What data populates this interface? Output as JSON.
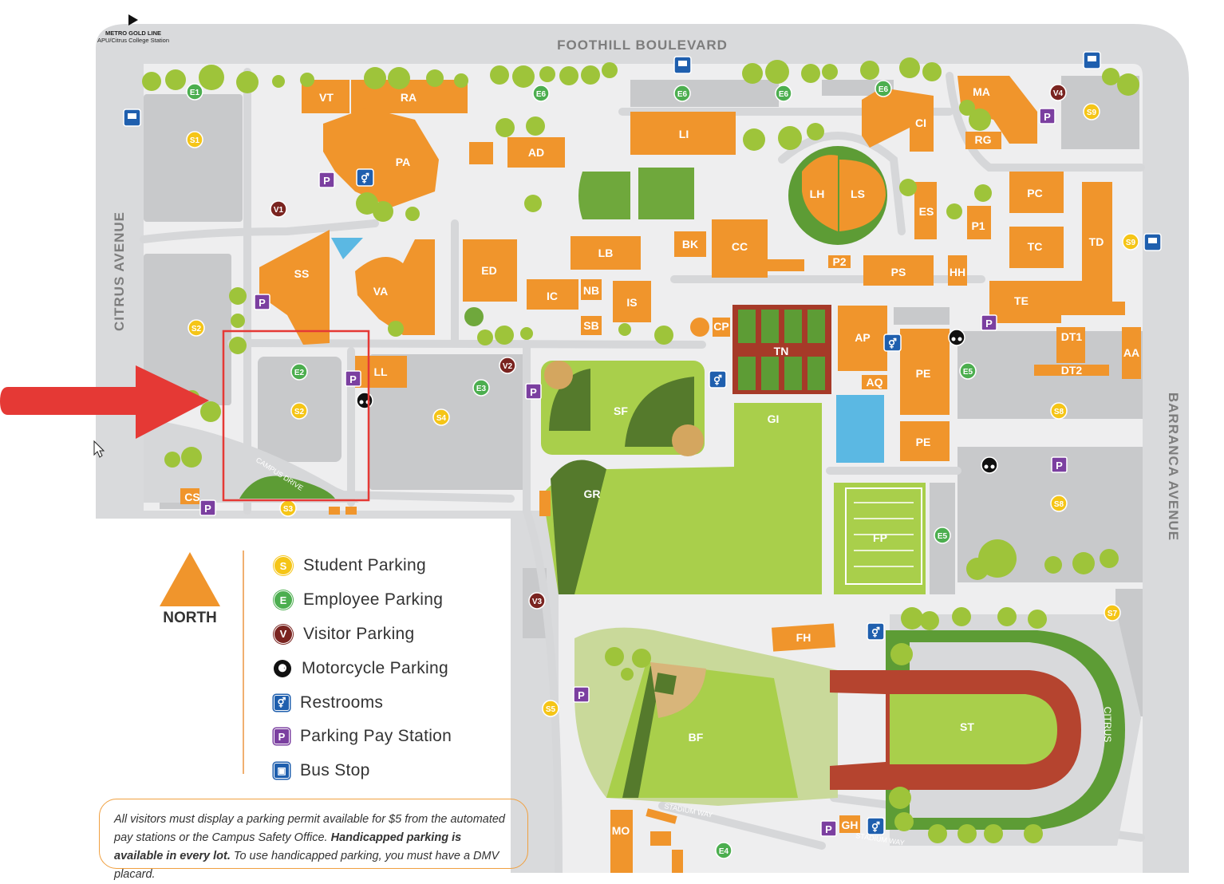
{
  "map": {
    "streets": {
      "north": "FOOTHILL BOULEVARD",
      "west": "CITRUS AVENUE",
      "east": "BARRANCA AVENUE",
      "campus_drive": "CAMPUS DRIVE",
      "stadium_way_1": "STADIUM WAY",
      "stadium_way_2": "STADIUM WAY"
    },
    "metro": {
      "line": "METRO GOLD LINE",
      "station": "APU/Citrus College Station"
    },
    "stadium_text": "CITRUS",
    "buildings": [
      "VT",
      "RA",
      "PA",
      "AD",
      "LI",
      "CI",
      "MA",
      "RG",
      "LH",
      "LS",
      "ES",
      "PC",
      "P1",
      "TC",
      "TD",
      "SS",
      "VA",
      "ED",
      "LB",
      "BK",
      "CC",
      "P2",
      "PS",
      "HH",
      "TE",
      "IC",
      "NB",
      "IS",
      "SB",
      "CP",
      "TN",
      "AP",
      "AQ",
      "PE",
      "PE",
      "DT1",
      "DT2",
      "AA",
      "LL",
      "SF",
      "GI",
      "GR",
      "FP",
      "FH",
      "BF",
      "ST",
      "CS",
      "MO",
      "GH"
    ],
    "markers": {
      "student": [
        "S1",
        "S2",
        "S2",
        "S3",
        "S4",
        "S5",
        "S7",
        "S8",
        "S8",
        "S9",
        "S9"
      ],
      "employee": [
        "E1",
        "E2",
        "E3",
        "E4",
        "E5",
        "E5",
        "E6",
        "E6",
        "E6",
        "E6"
      ],
      "visitor": [
        "V1",
        "V2",
        "V3",
        "V4"
      ]
    },
    "colors": {
      "building": "#f0952c",
      "parking_lot": "#c8c9cb",
      "road": "#e4e5e6",
      "field": "#a9cf4b",
      "dark_field": "#557a2c",
      "track": "#b5442f",
      "tennis": "#a63a28",
      "highlight_box": "#e53935",
      "arrow": "#e53935",
      "student_marker": "#f5c517",
      "employee_marker": "#4cae4f",
      "visitor_marker": "#7a2420",
      "pay_station": "#7b3fa0",
      "bus_stop": "#1f5fae"
    },
    "annotation": "red-arrow-pointing-to-highlighted-S2-lot"
  },
  "legend": {
    "north": "NORTH",
    "items": [
      {
        "icon": "student-parking-icon",
        "symbol": "S",
        "label": "Student Parking"
      },
      {
        "icon": "employee-parking-icon",
        "symbol": "E",
        "label": "Employee Parking"
      },
      {
        "icon": "visitor-parking-icon",
        "symbol": "V",
        "label": "Visitor Parking"
      },
      {
        "icon": "motorcycle-icon",
        "symbol": "⚈",
        "label": "Motorcycle Parking"
      },
      {
        "icon": "restroom-icon",
        "symbol": "⚥",
        "label": "Restrooms"
      },
      {
        "icon": "pay-station-icon",
        "symbol": "P",
        "label": "Parking Pay Station"
      },
      {
        "icon": "bus-icon",
        "symbol": "▣",
        "label": "Bus Stop"
      }
    ]
  },
  "note": {
    "part1": "All visitors must display a parking permit available for $5 from the automated pay stations or the Campus Safety Office. ",
    "bold": "Handicapped parking is available in every lot.",
    "part2": " To use handicapped parking, you must have a DMV placard."
  }
}
